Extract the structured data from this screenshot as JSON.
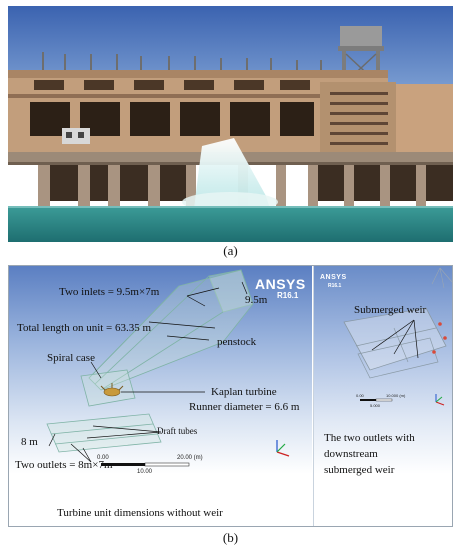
{
  "panel_a": {
    "label": "(a)"
  },
  "panel_b": {
    "label": "(b)",
    "left": {
      "ansys_brand": "ANSYS",
      "ansys_version": "R16.1",
      "two_inlets": "Two inlets = 9.5m×7m",
      "inlet_height": "9.5m",
      "total_length": "Total length on unit = 63.35 m",
      "penstock": "penstock",
      "spiral_case": "Spiral case",
      "kaplan": "Kaplan turbine",
      "runner": "Runner diameter = 6.6 m",
      "draft_tubes": "Draft tubes",
      "outlet_height": "8 m",
      "two_outlets": "Two outlets = 8m×7m",
      "scale_ticks": [
        "0.00",
        "20.00 (m)",
        "10.00"
      ],
      "caption": "Turbine unit dimensions without weir"
    },
    "right": {
      "ansys_brand": "ANSYS",
      "ansys_version": "R16.1",
      "submerged_weir": "Submerged weir",
      "scale_ticks": [
        "0.00",
        "10.000 (m)",
        "5.000"
      ],
      "caption_lines": [
        "The two outlets with",
        "downstream",
        "submerged weir"
      ]
    }
  },
  "colors": {
    "sky": "#5b7fc2",
    "water": "#2f8c8a",
    "concrete": "#b89677",
    "model_edge": "#7fb3a6"
  }
}
